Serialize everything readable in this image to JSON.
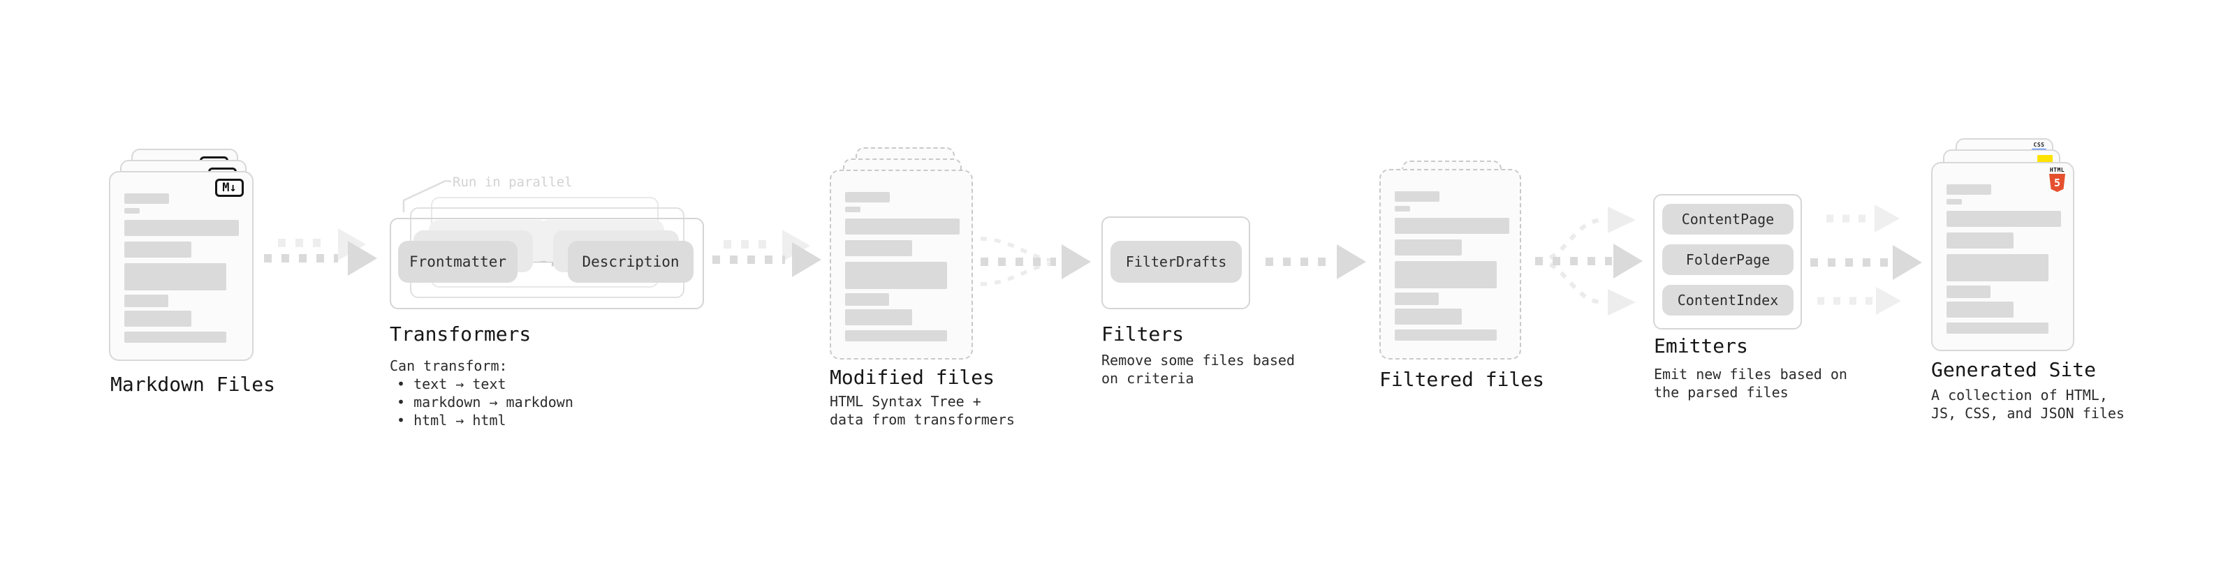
{
  "pipeline": {
    "markdown": {
      "title": "Markdown Files",
      "badge": "M↓"
    },
    "transformers": {
      "annotation": "Run in parallel",
      "title": "Transformers",
      "subtitle": "Can transform:",
      "bullets": [
        "• text → text",
        "• markdown → markdown",
        "• html → html"
      ],
      "pills": [
        "Frontmatter",
        "Description"
      ]
    },
    "modified": {
      "title": "Modified files",
      "desc": [
        "HTML Syntax Tree +",
        "data from transformers"
      ]
    },
    "filters": {
      "title": "Filters",
      "pill": "FilterDrafts",
      "desc": [
        "Remove some files based",
        "on criteria"
      ]
    },
    "filtered": {
      "title": "Filtered files"
    },
    "emitters": {
      "title": "Emitters",
      "pills": [
        "ContentPage",
        "FolderPage",
        "ContentIndex"
      ],
      "desc": [
        "Emit new files based on",
        "the parsed files"
      ]
    },
    "generated": {
      "title": "Generated Site",
      "desc": [
        "A collection of HTML,",
        "JS, CSS, and JSON files"
      ],
      "badges": {
        "css": "CSS",
        "html_label": "HTML",
        "html_number": "5"
      }
    }
  },
  "colors": {
    "html5_orange": "#e5502e",
    "js_yellow": "#ffe200",
    "css_blue": "#2f6df6"
  }
}
